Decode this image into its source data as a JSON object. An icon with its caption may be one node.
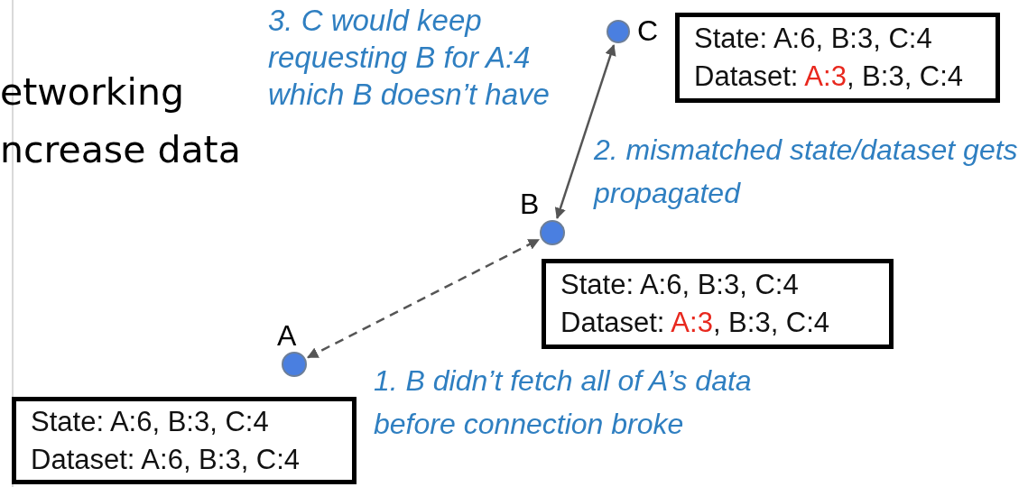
{
  "diagram": {
    "nodes": [
      {
        "text": [],
        "shape": "circle",
        "beside": [
          "C"
        ]
      },
      {
        "text": [
          "State: A:6, B:3, C:4",
          "Dataset: **A:3**, B:3, C:4"
        ]
      },
      {
        "text": [],
        "shape": "circle",
        "beside": [
          "B"
        ]
      },
      {
        "text": [
          "State: A:6, B:3, C:4",
          "Dataset: **A:3**, B:3, C:4"
        ]
      },
      {
        "text": [],
        "shape": "circle",
        "beside": [
          "A"
        ]
      },
      {
        "text": [
          "State: A:6, B:3, C:4",
          "Dataset: A:6, B:3, C:4"
        ]
      }
    ],
    "edges": [
      {
        "from": 2,
        "to": 0,
        "arrow": "both"
      },
      {
        "from": 4,
        "to": 2,
        "arrow": "both",
        "style": "dashed"
      }
    ],
    "labels": [
      "3. C would keep requesting B for A:4 which B doesn’t have",
      "etworking",
      "ncrease data",
      "2. mismatched state/dataset gets propagated",
      "1. B didn’t fetch all of A’s data before connection broke"
    ]
  }
}
